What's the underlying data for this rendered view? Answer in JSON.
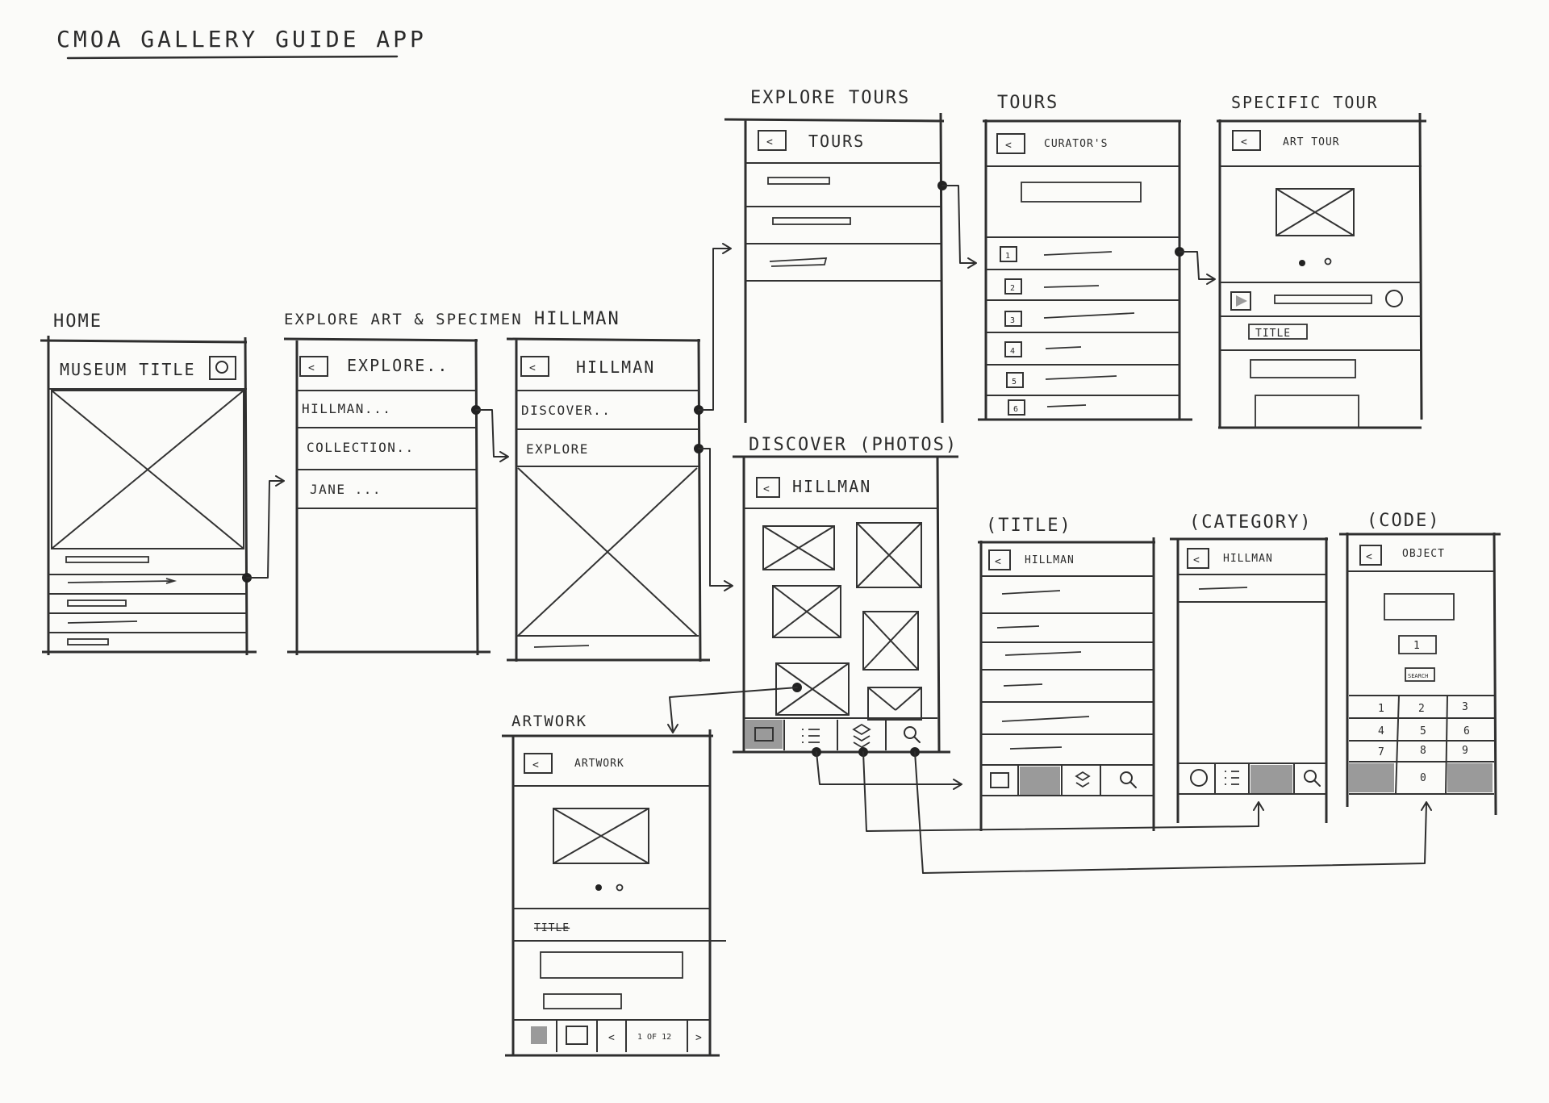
{
  "title": "CMOA GALLERY GUIDE APP",
  "screens": {
    "home": {
      "label": "HOME",
      "header": "MUSEUM TITLE"
    },
    "explore_art": {
      "label": "EXPLORE ART & SPECIMEN",
      "header": "EXPLORE..",
      "rows": [
        "HILLMAN...",
        "COLLECTION..",
        "JANE ..."
      ]
    },
    "hillman": {
      "label": "HILLMAN",
      "header": "HILLMAN",
      "rows": [
        "DISCOVER..",
        "EXPLORE"
      ]
    },
    "explore_tours": {
      "label": "EXPLORE TOURS",
      "header": "TOURS"
    },
    "tours": {
      "label": "TOURS",
      "header": "CURATOR'S",
      "numbers": [
        "1",
        "2",
        "3",
        "4",
        "5",
        "6"
      ]
    },
    "specific_tour": {
      "label": "SPECIFIC TOUR",
      "header": "ART TOUR",
      "title_box": "TITLE"
    },
    "discover": {
      "label": "DISCOVER (PHOTOS)",
      "header": "HILLMAN"
    },
    "by_title": {
      "label": "(TITLE)",
      "header": "HILLMAN"
    },
    "by_category": {
      "label": "(CATEGORY)",
      "header": "HILLMAN"
    },
    "by_code": {
      "label": "(CODE)",
      "header": "OBJECT",
      "input_value": "1",
      "search_button": "SEARCH",
      "keypad": [
        "1",
        "2",
        "3",
        "4",
        "5",
        "6",
        "7",
        "8",
        "9",
        "0"
      ]
    },
    "artwork": {
      "label": "ARTWORK",
      "header": "ARTWORK",
      "title_box": "TITLE",
      "pager": "1 OF 12"
    }
  },
  "icons": {
    "back": "<",
    "next": ">",
    "search": "search-icon",
    "list": "list-icon",
    "layers": "layers-icon",
    "photo": "photo-icon",
    "map": "map-icon"
  }
}
